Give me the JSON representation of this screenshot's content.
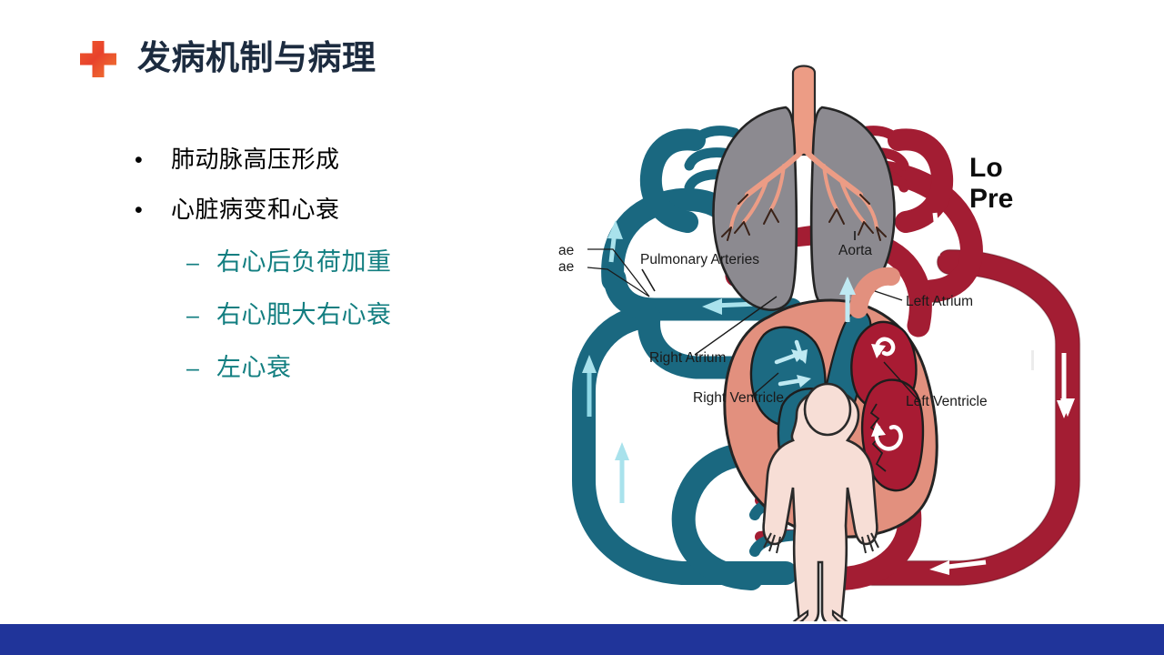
{
  "slide": {
    "title": "发病机制与病理",
    "title_color": "#1C2B3F",
    "background": "#FFFFFF",
    "footer_color": "#20349A",
    "icon": "red-cross-icon"
  },
  "bullets": {
    "level1": [
      {
        "marker": "•",
        "text": "肺动脉高压形成"
      },
      {
        "marker": "•",
        "text": "心脏病变和心衰"
      }
    ],
    "level2": [
      {
        "marker": "–",
        "text": "右心后负荷加重"
      },
      {
        "marker": "–",
        "text": "右心肥大右心衰"
      },
      {
        "marker": "–",
        "text": "左心衰"
      }
    ],
    "level1_color": "#000000",
    "level2_color": "#127E80"
  },
  "diagram": {
    "name": "circulatory-system-diagram",
    "colors": {
      "deoxygenated_vessel": "#1A6880",
      "oxygenated_vessel": "#A31D33",
      "heart_muscle": "#E2907E",
      "lung": "#8C8A90",
      "bronchi": "#EC9C85",
      "body": "#F7DED6",
      "left_chamber_dark": "#A81B33",
      "right_chamber_dark": "#1C6A82",
      "arrow": "#FFFFFF",
      "outline": "#1A1A1A"
    },
    "labels": {
      "pulmonary_arteries": "Pulmonary Arteries",
      "vena_cavae_top": "ae",
      "vena_cavae_bottom": "ae",
      "aorta": "Aorta",
      "right_atrium": "Right Atrium",
      "right_ventricle": "Right Ventricle",
      "left_atrium": "Left Atrium",
      "left_ventricle": "Left Ventricle",
      "cropped_heading_line1": "Lo",
      "cropped_heading_line2": "Pre"
    }
  }
}
